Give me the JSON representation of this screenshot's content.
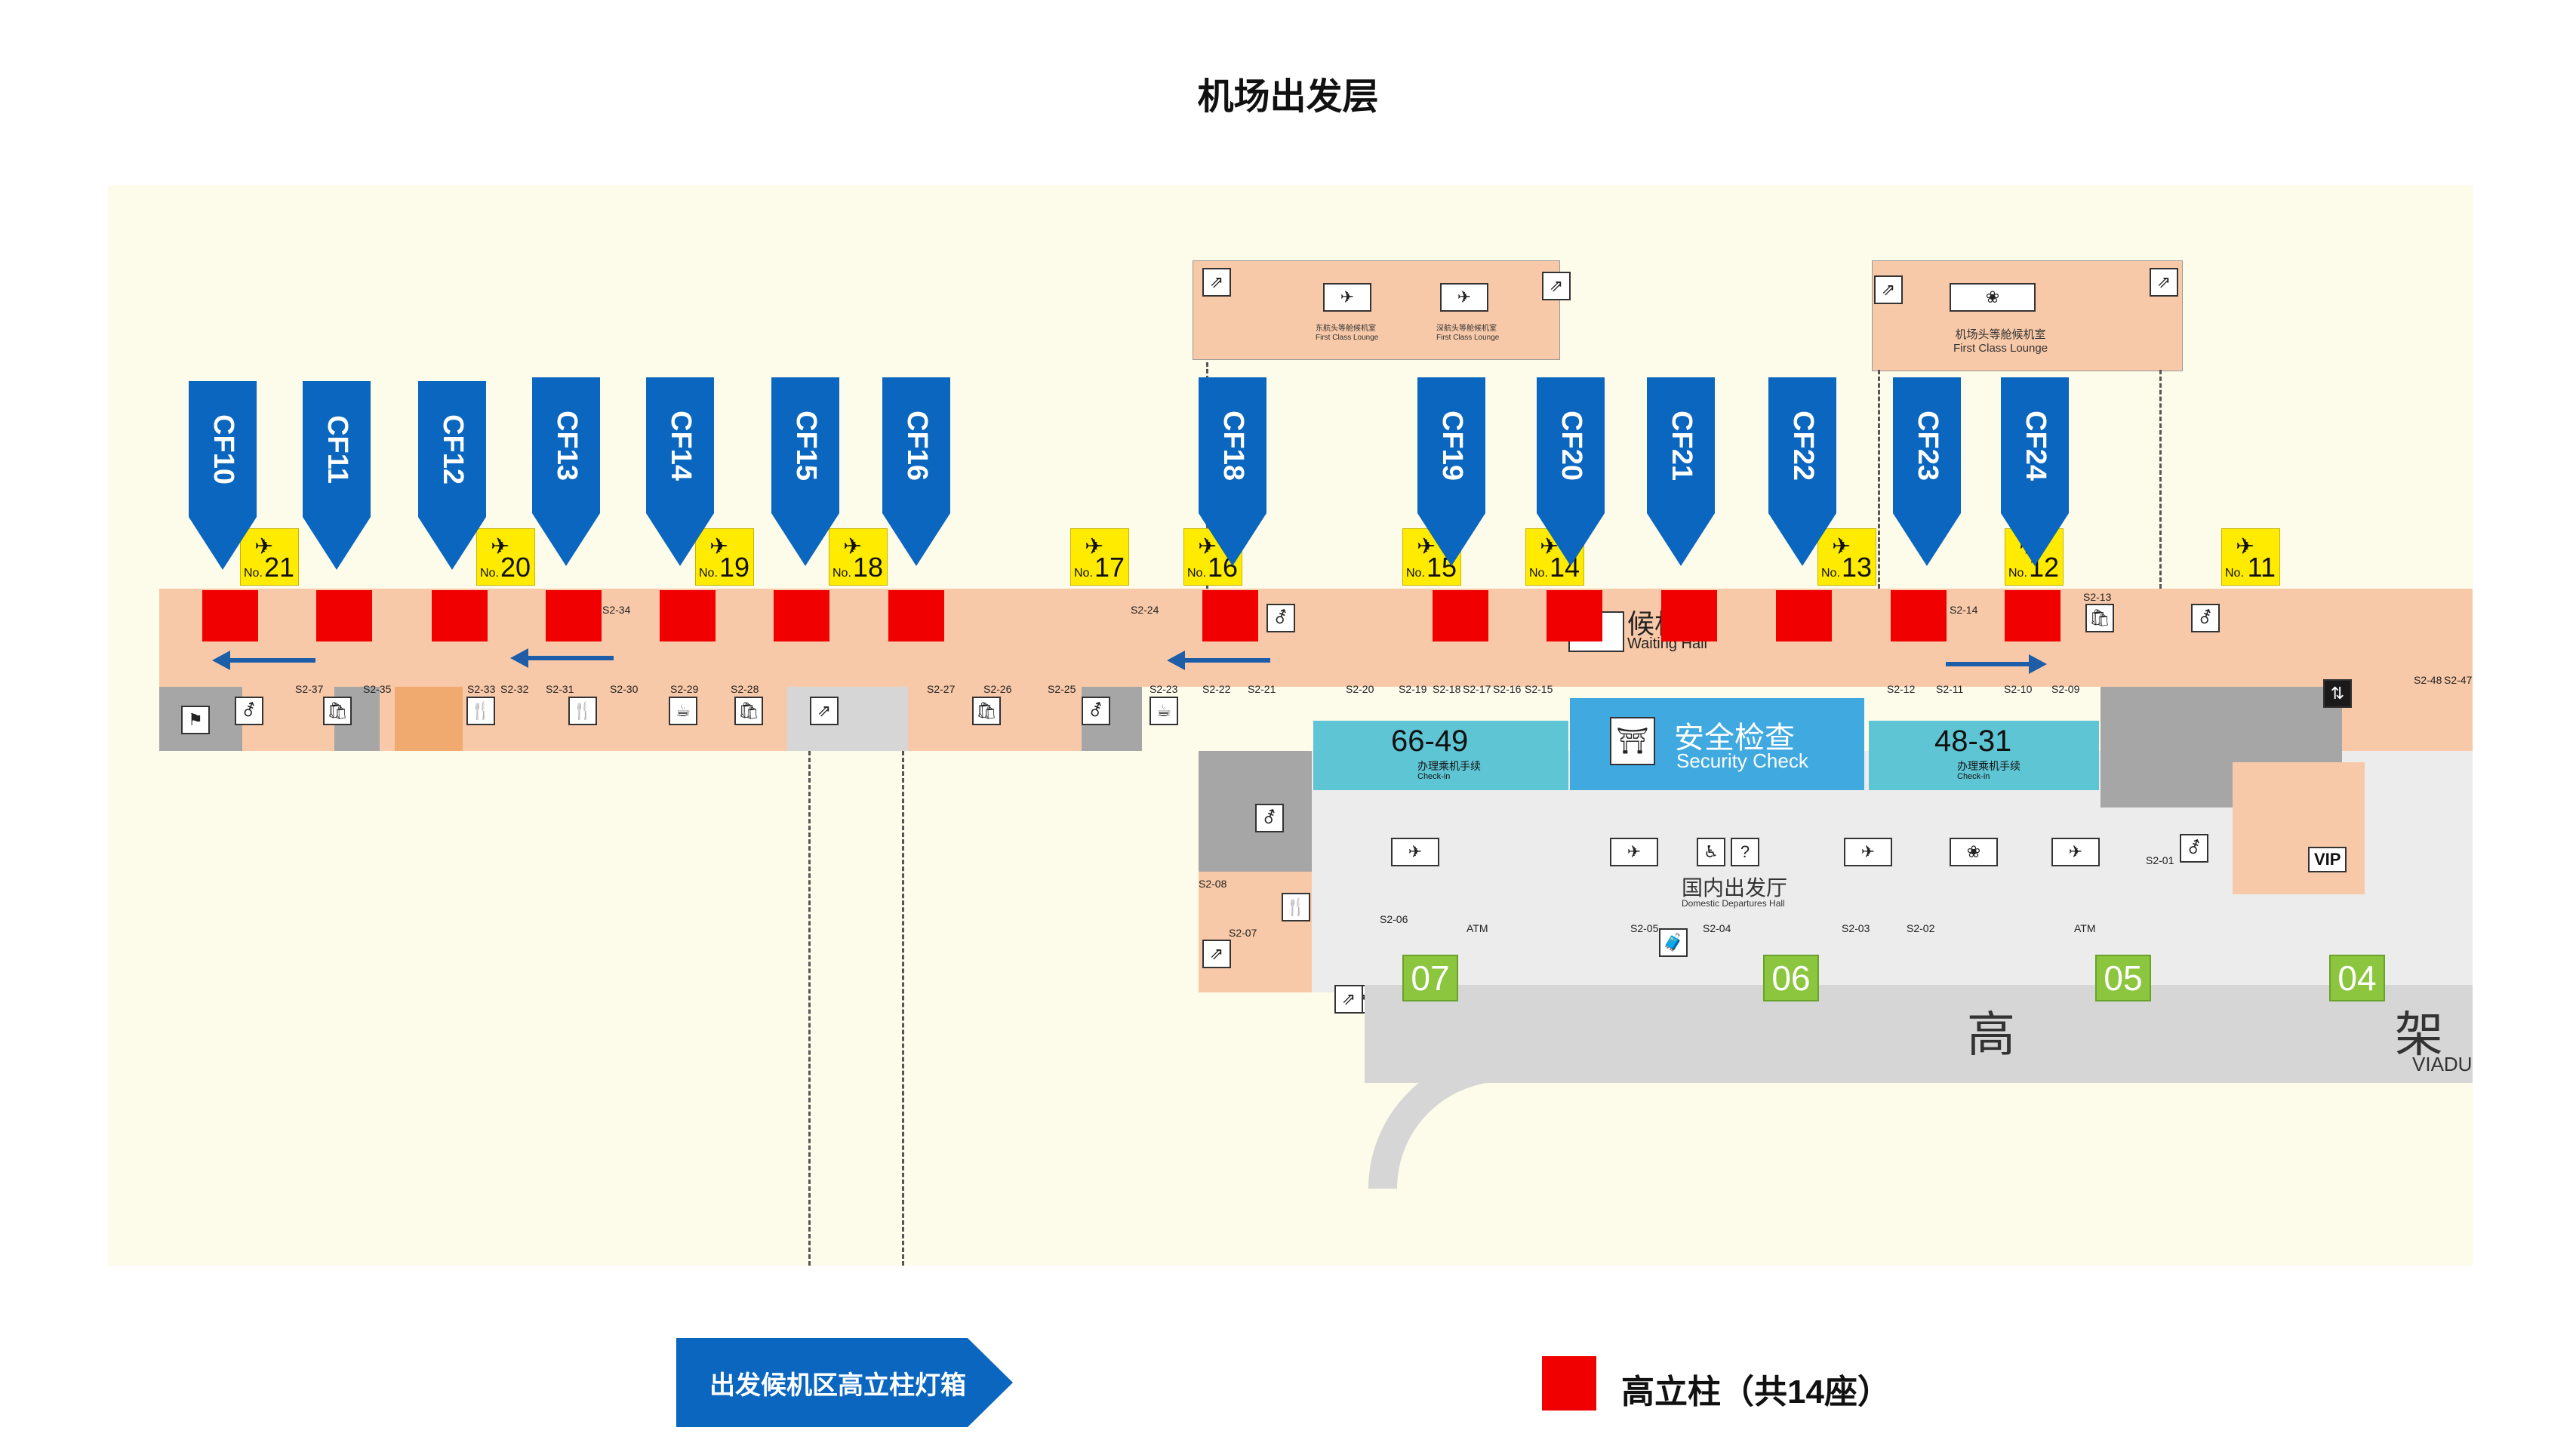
{
  "title": "机场出发层",
  "light_boxes": [
    "CF10",
    "CF11",
    "CF12",
    "CF13",
    "CF14",
    "CF15",
    "CF16",
    "CF18",
    "CF19",
    "CF20",
    "CF21",
    "CF22",
    "CF23",
    "CF24"
  ],
  "gates": {
    "prefix": "No.",
    "numbers": [
      "21",
      "20",
      "19",
      "18",
      "17",
      "16",
      "15",
      "14",
      "13",
      "12",
      "11"
    ]
  },
  "doors": [
    "07",
    "06",
    "05",
    "04"
  ],
  "checkin": [
    {
      "range": "66-49",
      "label": "办理乘机手续",
      "sub": "Check-in"
    },
    {
      "range": "48-31",
      "label": "办理乘机手续",
      "sub": "Check-in"
    }
  ],
  "security": {
    "cn": "安全检查",
    "en": "Security Check"
  },
  "waiting_hall": {
    "cn": "候机",
    "en": "Waiting Hall"
  },
  "departures_hall": {
    "cn": "国内出发厅",
    "en": "Domestic Departures Hall"
  },
  "lounges": [
    {
      "cn": "东航头等舱候机室",
      "en": "First Class Lounge"
    },
    {
      "cn": "深航头等舱候机室",
      "en": "First Class Lounge"
    },
    {
      "cn": "机场头等舱候机室",
      "en": "First Class Lounge"
    }
  ],
  "viaduct": {
    "cn_left": "高",
    "cn_right": "架",
    "en": "VIADU"
  },
  "vip": "VIP",
  "shops_left": [
    "S2-37",
    "S2-35",
    "S2-33",
    "S2-32",
    "S2-31",
    "S2-30",
    "S2-29",
    "S2-28",
    "S2-27",
    "S2-26",
    "S2-25",
    "S2-23",
    "S2-22",
    "S2-21",
    "S2-20",
    "S2-19",
    "S2-18",
    "S2-17",
    "S2-16",
    "S2-15",
    "S2-34",
    "S2-24"
  ],
  "shops_right": [
    "S2-12",
    "S2-11",
    "S2-10",
    "S2-09",
    "S2-14",
    "S2-13",
    "S2-48",
    "S2-47",
    "S2-01"
  ],
  "shops_hall": [
    "S2-08",
    "S2-07",
    "S2-06",
    "S2-05",
    "S2-04",
    "S2-03",
    "S2-02"
  ],
  "atm": "ATM",
  "legend": {
    "light_box": "出发候机区高立柱灯箱",
    "red_label": "高立柱（共14座）"
  },
  "colors": {
    "box_blue": "#0a66bf",
    "red": "#f00000",
    "gate_yellow": "#ffeb00",
    "door_green": "#8cc63f",
    "concourse": "#f8c9a8",
    "security_blue": "#3fa9e0",
    "checkin_teal": "#5ec5d4"
  }
}
